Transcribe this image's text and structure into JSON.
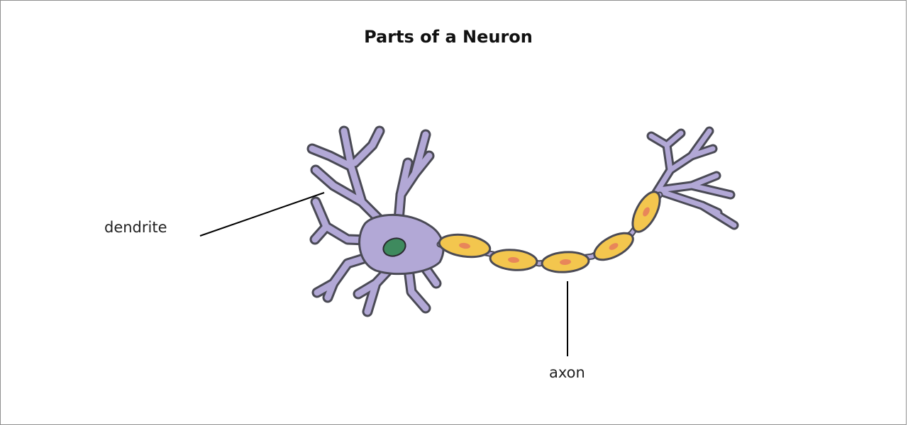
{
  "diagram": {
    "title": "Parts of a Neuron",
    "labels": {
      "dendrite": "dendrite",
      "axon": "axon"
    },
    "colors": {
      "cell_body": "#b2a8d6",
      "outline": "#4a4a55",
      "nucleus": "#3e8a5e",
      "myelin": "#f3c64e",
      "myelin_nucleus": "#e8865a",
      "leader_line": "#000000",
      "frame": "#8f8f8f"
    }
  }
}
